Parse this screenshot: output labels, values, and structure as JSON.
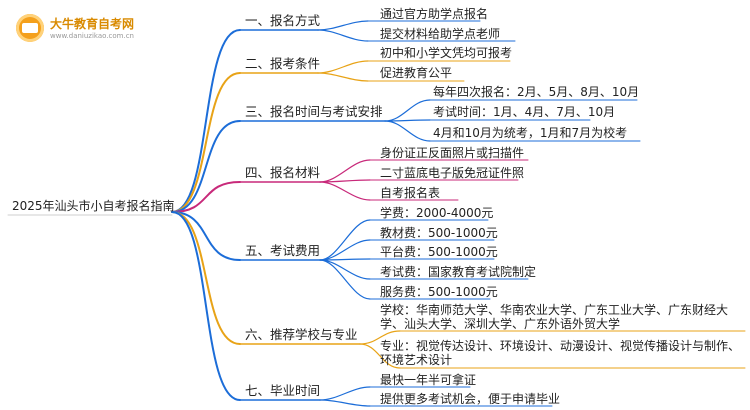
{
  "brand": {
    "name": "大牛教育自考网",
    "url": "www.daniuzikao.com.cn",
    "accent": "#f4a01c"
  },
  "root": "2025年汕头市小自考报名指南",
  "branches": [
    {
      "label": "一、报名方式",
      "color": "#1c6dd8",
      "leaves": [
        "通过官方助学点报名",
        "提交材料给助学点老师"
      ]
    },
    {
      "label": "二、报考条件",
      "color": "#e8a317",
      "leaves": [
        "初中和小学文凭均可报考",
        "促进教育公平"
      ]
    },
    {
      "label": "三、报名时间与考试安排",
      "color": "#1c6dd8",
      "leaves": [
        "每年四次报名：2月、5月、8月、10月",
        "考试时间：1月、4月、7月、10月",
        "4月和10月为统考，1月和7月为校考"
      ]
    },
    {
      "label": "四、报名材料",
      "color": "#c8297a",
      "leaves": [
        "身份证正反面照片或扫描件",
        "二寸蓝底电子版免冠证件照",
        "自考报名表"
      ]
    },
    {
      "label": "五、考试费用",
      "color": "#1c6dd8",
      "leaves": [
        "学费：2000-4000元",
        "教材费：500-1000元",
        "平台费：500-1000元",
        "考试费：国家教育考试院制定",
        "服务费：500-1000元"
      ]
    },
    {
      "label": "六、推荐学校与专业",
      "color": "#e8a317",
      "leaves": [
        "学校：华南师范大学、华南农业大学、广东工业大学、广东财经大学、汕头大学、深圳大学、广东外语外贸大学",
        "专业：视觉传达设计、环境设计、动漫设计、视觉传播设计与制作、环境艺术设计"
      ]
    },
    {
      "label": "七、毕业时间",
      "color": "#1c6dd8",
      "leaves": [
        "最快一年半可拿证",
        "提供更多考试机会，便于申请毕业"
      ]
    }
  ]
}
